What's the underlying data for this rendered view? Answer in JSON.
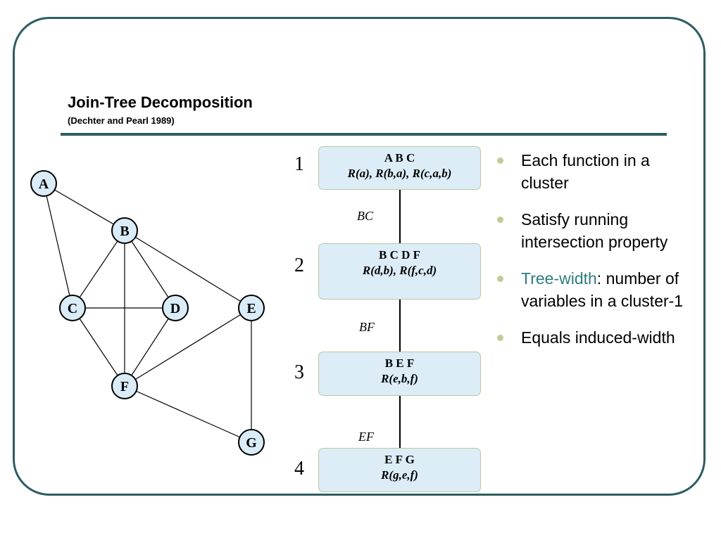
{
  "slide": {
    "title": "Join-Tree Decomposition",
    "subtitle": "(Dechter and Pearl 1989)"
  },
  "graph": {
    "nodes": [
      "A",
      "B",
      "C",
      "D",
      "E",
      "F",
      "G"
    ]
  },
  "join_tree": {
    "clusters": [
      {
        "number": "1",
        "vars": "A B C",
        "functions": "R(a), R(b,a), R(c,a,b)"
      },
      {
        "number": "2",
        "vars": "B C D F",
        "functions": "R(d,b), R(f,c,d)"
      },
      {
        "number": "3",
        "vars": "B E F",
        "functions": "R(e,b,f)"
      },
      {
        "number": "4",
        "vars": "E F G",
        "functions": "R(g,e,f)"
      }
    ],
    "separators": [
      "BC",
      "BF",
      "EF"
    ]
  },
  "bullets": [
    {
      "text": "Each function in a cluster"
    },
    {
      "text": "Satisfy running intersection property"
    },
    {
      "accent": "Tree-width",
      "text": ": number of variables in a cluster-1"
    },
    {
      "text": "Equals induced-width"
    }
  ],
  "colors": {
    "frame": "#2e5d5f",
    "node_fill": "#d9ecf8",
    "cluster_fill": "#dcedf8",
    "accent": "#2e7d7f",
    "bullet_dot": "#c5c99a"
  }
}
